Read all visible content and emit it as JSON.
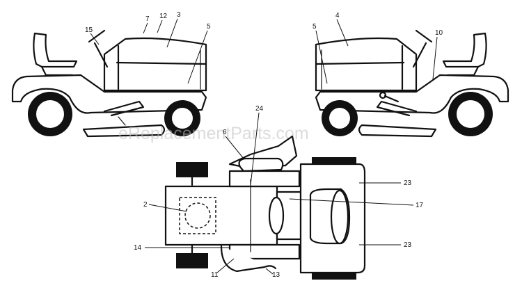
{
  "watermark": "eReplacementParts.com",
  "callouts": {
    "c15": "15",
    "c7": "7",
    "c12": "12",
    "c3": "3",
    "c5_left": "5",
    "c4": "4",
    "c5_right": "5",
    "c10": "10",
    "c24": "24",
    "c6": "6",
    "c2": "2",
    "c14": "14",
    "c11": "11",
    "c13": "13",
    "c17": "17",
    "c23_top": "23",
    "c23_bottom": "23"
  }
}
